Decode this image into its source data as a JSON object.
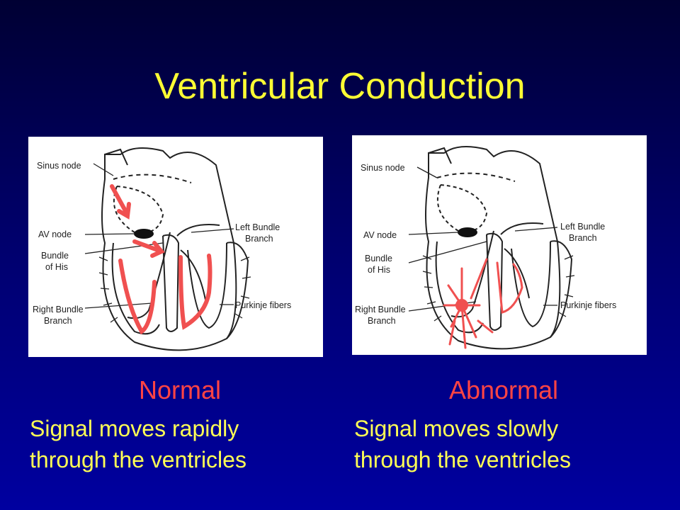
{
  "slide": {
    "title": "Ventricular Conduction"
  },
  "diagram_labels": {
    "sinus_node": "Sinus node",
    "av_node": "AV node",
    "bundle_line1": "Bundle",
    "bundle_line2": "of His",
    "right_bundle_line1": "Right Bundle",
    "right_bundle_line2": "Branch",
    "left_bundle_line1": "Left Bundle",
    "left_bundle_line2": "Branch",
    "purkinje": "Purkinje fibers"
  },
  "normal": {
    "heading": "Normal",
    "line1": "Signal moves rapidly",
    "line2": "through the ventricles"
  },
  "abnormal": {
    "heading": "Abnormal",
    "line1": "Signal moves slowly",
    "line2": "through the ventricles"
  },
  "colors": {
    "title": "#ffff33",
    "heading": "#ff4444",
    "body_text": "#ffff55",
    "arrow": "#f05050"
  }
}
